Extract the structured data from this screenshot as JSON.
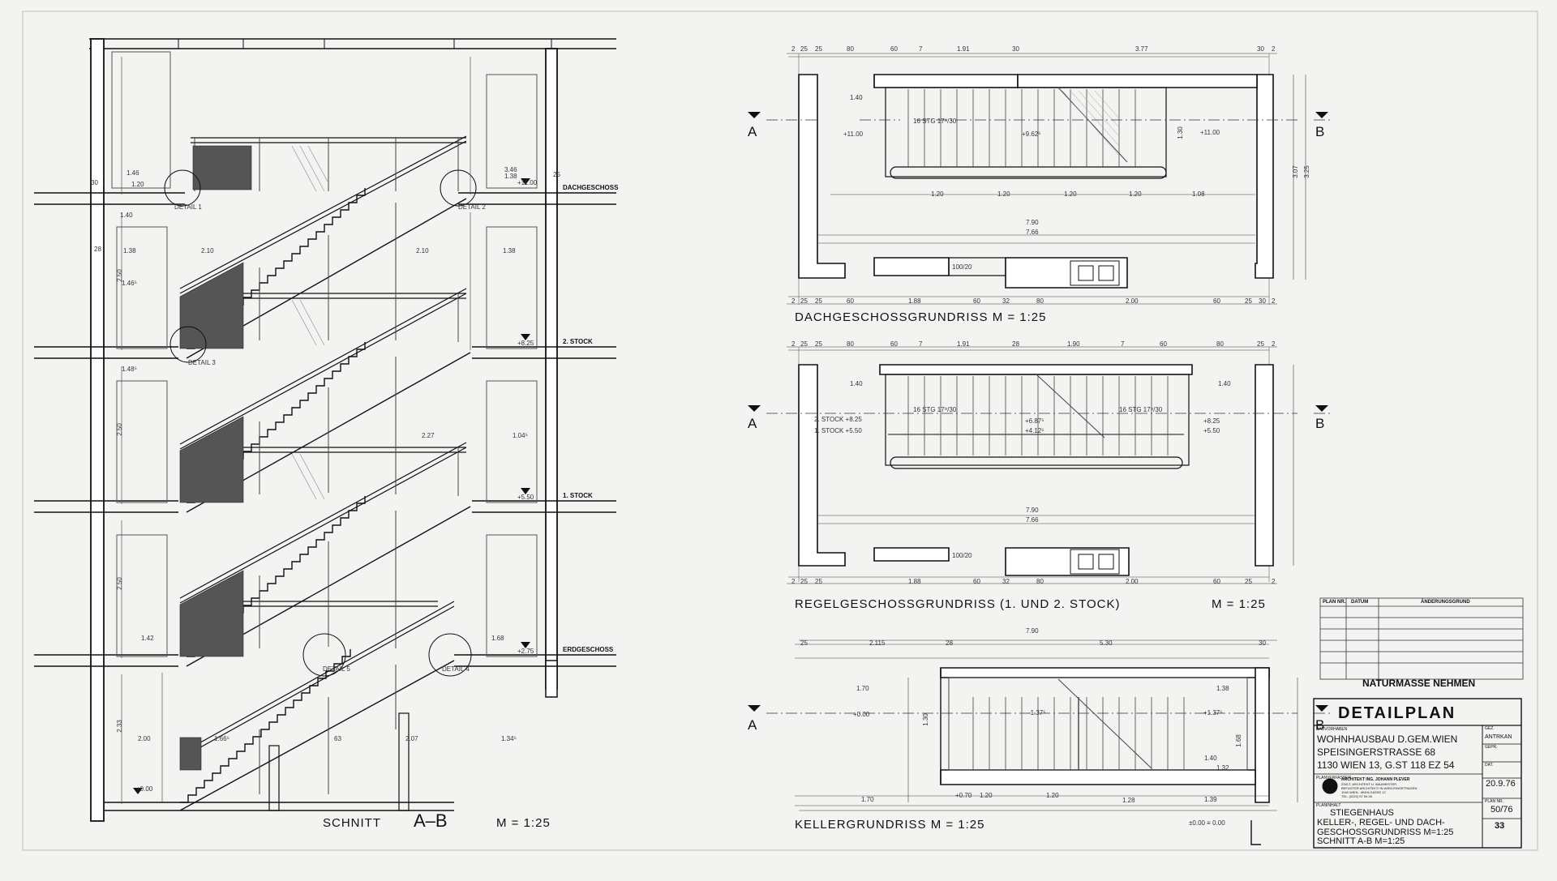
{
  "section": {
    "title_prefix": "SCHNITT",
    "title_cut": "A–B",
    "scale": "M = 1:25",
    "levels": [
      {
        "label": "DACHGESCHOSS",
        "elev": "+11.00"
      },
      {
        "label": "2. STOCK",
        "elev": "+8.25"
      },
      {
        "label": "1. STOCK",
        "elev": "+5.50"
      },
      {
        "label": "ERDGESCHOSS",
        "elev": "+2.75"
      }
    ],
    "ground_elev": "+0.00",
    "details": [
      "DETAIL 1",
      "DETAIL 2",
      "DETAIL 3",
      "DETAIL 5",
      "DETAIL 4"
    ],
    "dims": [
      "1.46",
      "1.20",
      "1.40",
      "1.38",
      "2.10",
      "2.10",
      "1.38",
      "1.46⁵",
      "2.27",
      "1.04⁵",
      "1.48⁵",
      "2.50",
      "2.50",
      "2.50",
      "2.33",
      "2.00",
      "1.66⁵",
      "63",
      "2.07",
      "1.34⁵",
      "1.42",
      "1.68",
      "28",
      "30",
      "25",
      "3.46",
      "1.38"
    ]
  },
  "plans": [
    {
      "title": "DACHGESCHOSSGRUNDRISS   M = 1:25",
      "top_dims": [
        "2",
        "25",
        "25",
        "80",
        "60",
        "7",
        "1.91",
        "30",
        "3.77",
        "30",
        "2"
      ],
      "bottom_dims": [
        "2",
        "25",
        "25",
        "60",
        "1.88",
        "60",
        "32",
        "80",
        "2.00",
        "60",
        "25",
        "30",
        "2"
      ],
      "inner": [
        "7.90",
        "7.66",
        "1.40",
        "1.20",
        "1.20",
        "1.20",
        "1.20",
        "1.08",
        "16 STG  17⁹/30",
        "+11.00",
        "+9.62⁵",
        "100/20"
      ],
      "side": [
        "+11.00",
        "3.07",
        "3.25",
        "1.30"
      ]
    },
    {
      "title": "REGELGESCHOSSGRUNDRISS  (1. UND 2. STOCK)",
      "scale": "M = 1:25",
      "top_dims": [
        "2",
        "25",
        "25",
        "80",
        "60",
        "7",
        "1.91",
        "28",
        "1.90",
        "7",
        "60",
        "80",
        "25",
        "2"
      ],
      "bottom_dims": [
        "2",
        "25",
        "25",
        "1.88",
        "60",
        "32",
        "80",
        "2.00",
        "60",
        "25",
        "2"
      ],
      "inner": [
        "7.90",
        "7.66",
        "1.40",
        "1.40",
        "16 STG  17⁹/30",
        "16 STG  17⁹/30",
        "2. STOCK  +8.25",
        "1. STOCK  +5.50",
        "+6.87⁵",
        "+4.12⁵",
        "+8.25",
        "+5.50",
        "100/20"
      ]
    },
    {
      "title": "KELLERGRUNDRISS   M = 1:25",
      "top_dims": [
        "7.90",
        "25",
        "2.115",
        "28",
        "5.30",
        "30"
      ],
      "inner": [
        "1.70",
        "1.70",
        "1.20",
        "1.38",
        "1.20",
        "1.28",
        "1.40",
        "1.39",
        "1.32",
        "+0.00",
        "-1.37⁵",
        "+1.37⁵",
        "+0.70",
        "1.30",
        "1.68"
      ],
      "floor_elev": "±0.00 ≡ 0.00"
    }
  ],
  "cut_markers": [
    "A",
    "B",
    "A",
    "B",
    "A",
    "B"
  ],
  "revision_table": {
    "headers": [
      "PLAN NR.",
      "DATUM",
      "ÄNDERUNGSGRUND"
    ]
  },
  "note": "NATURMASSE NEHMEN",
  "title_block": {
    "heading": "DETAILPLAN",
    "bauvorhaben_label": "BAUVORHABEN",
    "project_lines": [
      "WOHNHAUSBAU D.GEM.WIEN",
      "SPEISINGERSTRASSE  68",
      "1130 WIEN 13, G.ST 118 EZ 54"
    ],
    "planverfasser_label": "PLANVERFASSER",
    "architect_lines": [
      "ARCHITEKT ING. JOHANN PLEVER",
      "ZIVILT. ARCHITEKT U. BAUMEISTER",
      "BEFUGTER ARCHITEKT/ IN WIEN EINGETRAGEN",
      "1040 WIEN - MÜHLGASSE 12",
      "TEL. (0222) 57 54 28"
    ],
    "planinhalt_label": "PLANINHALT",
    "content_lines": [
      "STIEGENHAUS",
      "KELLER-, REGEL- UND DACH-",
      "GESCHOSSGRUNDRISS  M=1:25",
      "SCHNITT  A-B  M=1:25"
    ],
    "gez_label": "GEZ.",
    "gez_value": "ANTRKAN",
    "gepr_label": "GEPR.",
    "dat_label": "DAT.",
    "date": "20.9.76",
    "plan_nr_label": "PLAN NR.",
    "plan_nr": "50/76",
    "sheet_nr": "33"
  }
}
